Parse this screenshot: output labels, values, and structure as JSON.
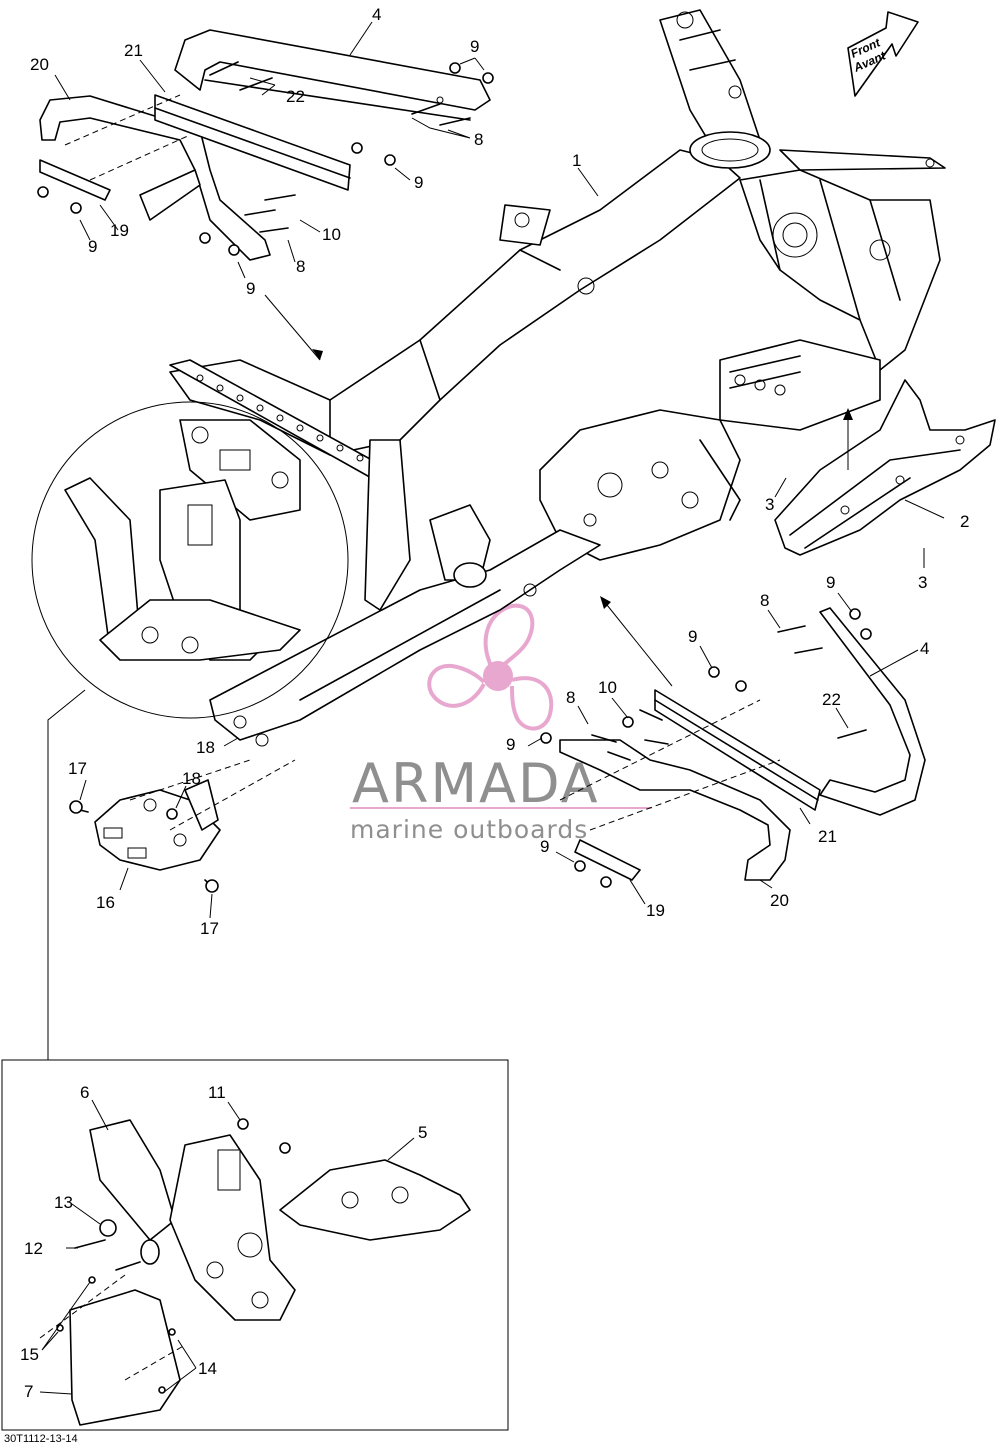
{
  "callouts": [
    {
      "id": "c1",
      "text": "1"
    },
    {
      "id": "c2",
      "text": "2"
    },
    {
      "id": "c3a",
      "text": "3"
    },
    {
      "id": "c3b",
      "text": "3"
    },
    {
      "id": "c4a",
      "text": "4"
    },
    {
      "id": "c4b",
      "text": "4"
    },
    {
      "id": "c5",
      "text": "5"
    },
    {
      "id": "c6",
      "text": "6"
    },
    {
      "id": "c7",
      "text": "7"
    },
    {
      "id": "c8a",
      "text": "8"
    },
    {
      "id": "c8b",
      "text": "8"
    },
    {
      "id": "c8c",
      "text": "8"
    },
    {
      "id": "c8d",
      "text": "8"
    },
    {
      "id": "c9a",
      "text": "9"
    },
    {
      "id": "c9b",
      "text": "9"
    },
    {
      "id": "c9c",
      "text": "9"
    },
    {
      "id": "c9d",
      "text": "9"
    },
    {
      "id": "c9e",
      "text": "9"
    },
    {
      "id": "c9f",
      "text": "9"
    },
    {
      "id": "c9g",
      "text": "9"
    },
    {
      "id": "c9h",
      "text": "9"
    },
    {
      "id": "c10a",
      "text": "10"
    },
    {
      "id": "c10b",
      "text": "10"
    },
    {
      "id": "c11",
      "text": "11"
    },
    {
      "id": "c12",
      "text": "12"
    },
    {
      "id": "c13",
      "text": "13"
    },
    {
      "id": "c14",
      "text": "14"
    },
    {
      "id": "c15",
      "text": "15"
    },
    {
      "id": "c16",
      "text": "16"
    },
    {
      "id": "c17a",
      "text": "17"
    },
    {
      "id": "c17b",
      "text": "17"
    },
    {
      "id": "c18a",
      "text": "18"
    },
    {
      "id": "c18b",
      "text": "18"
    },
    {
      "id": "c19a",
      "text": "19"
    },
    {
      "id": "c19b",
      "text": "19"
    },
    {
      "id": "c20a",
      "text": "20"
    },
    {
      "id": "c20b",
      "text": "20"
    },
    {
      "id": "c21a",
      "text": "21"
    },
    {
      "id": "c21b",
      "text": "21"
    },
    {
      "id": "c22a",
      "text": "22"
    },
    {
      "id": "c22b",
      "text": "22"
    }
  ],
  "direction_label": {
    "line1": "Front",
    "line2": "Avant"
  },
  "watermark": {
    "brand": "ARMADA",
    "tagline": "marine outboards",
    "logo_color": "#e8a7cf",
    "line_color": "#e8a7cf",
    "text_color": "#8f8f8f"
  },
  "diagram_code": "30T1112-13-14"
}
